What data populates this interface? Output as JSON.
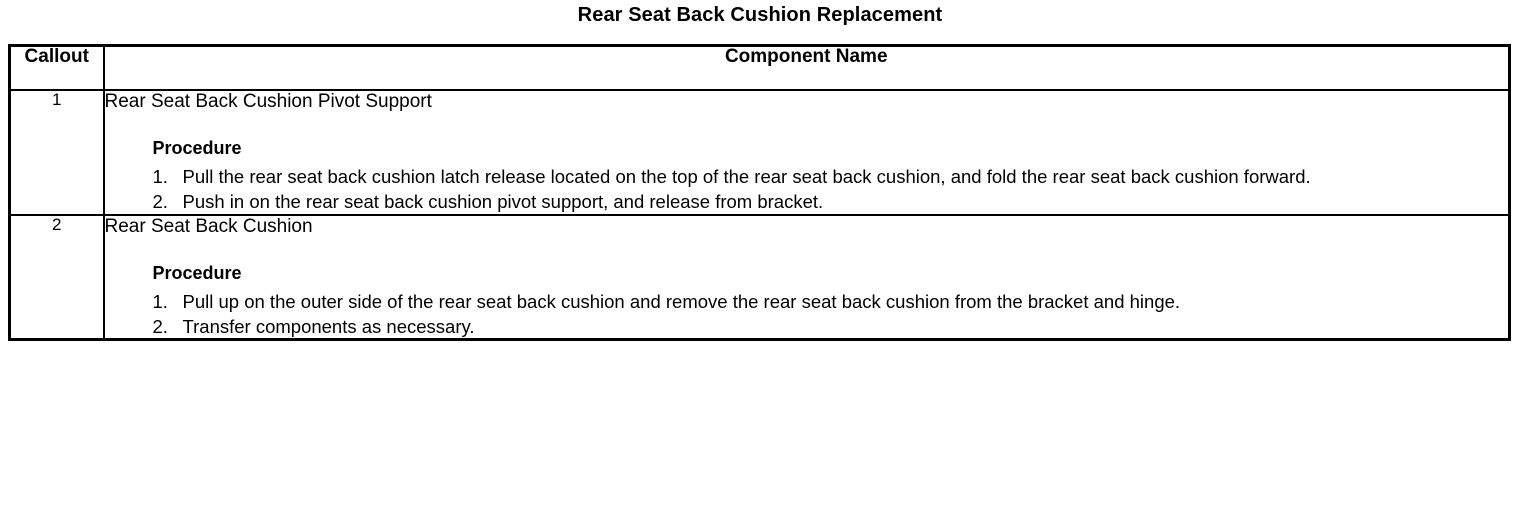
{
  "document": {
    "title": "Rear Seat Back Cushion Replacement"
  },
  "table": {
    "headers": {
      "callout": "Callout",
      "component_name": "Component Name"
    },
    "rows": [
      {
        "callout": "1",
        "component_name": "Rear Seat Back Cushion Pivot Support",
        "procedure_label": "Procedure",
        "steps": [
          "Pull the rear seat back cushion latch release located on the top of the rear seat back cushion, and fold the rear seat back cushion forward.",
          "Push in on the rear seat back cushion pivot support, and release from bracket."
        ]
      },
      {
        "callout": "2",
        "component_name": "Rear Seat Back Cushion",
        "procedure_label": "Procedure",
        "steps": [
          "Pull up on the outer side of the rear seat back cushion and remove the rear seat back cushion from the bracket and hinge.",
          "Transfer components as necessary."
        ]
      }
    ]
  },
  "colors": {
    "text": "#000000",
    "background": "#ffffff",
    "border": "#000000"
  }
}
